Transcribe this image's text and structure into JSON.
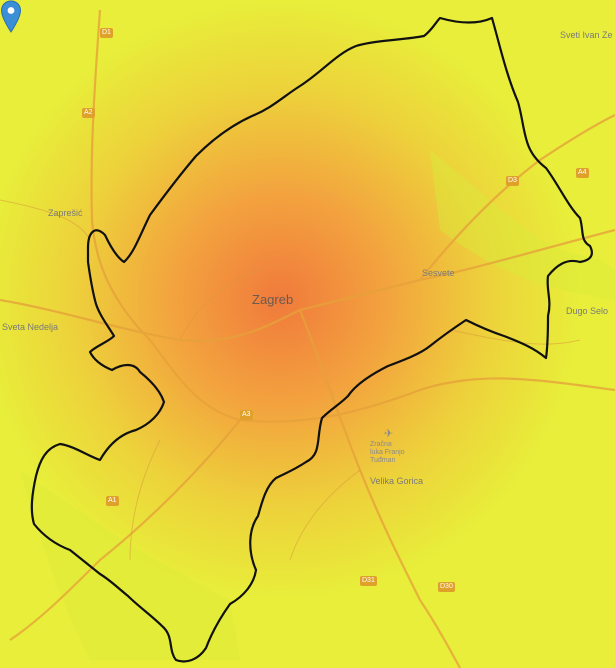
{
  "map": {
    "city_label": "Zagreb",
    "place_labels": {
      "zapresic": "Zaprešić",
      "sesvete": "Sesvete",
      "sveta_nedelja": "Sveta Nedelja",
      "dugo_selo": "Dugo Selo",
      "velika_gorica": "Velika Gorica",
      "sveti_ivan": "Sveti Ivan Ze"
    },
    "road_shields": {
      "d1": "D1",
      "a2": "A2",
      "d3": "D3",
      "a4": "A4",
      "a3": "A3",
      "a1": "A1",
      "d31": "D31",
      "d30": "D30"
    },
    "airport_text": [
      "Zračna",
      "luka Franjo",
      "Tuđman"
    ],
    "marker_icon": "location-pin-icon",
    "colors": {
      "heat_hot": "#f07a3c",
      "heat_cold": "#e8ee3a",
      "boundary": "#111111",
      "marker": "#3b8fd6"
    }
  }
}
